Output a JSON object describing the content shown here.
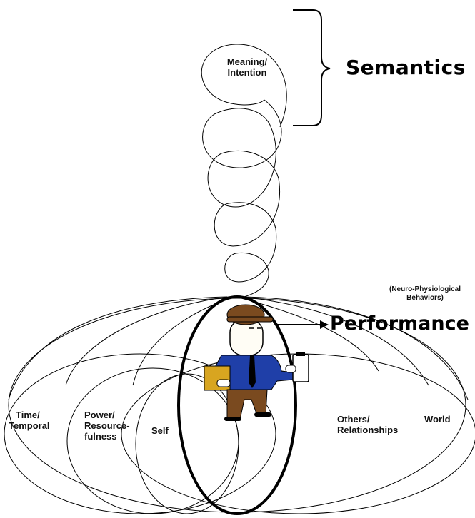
{
  "spiral": {
    "label_line1": "Meaning/",
    "label_line2": "Intention"
  },
  "semantics": {
    "label": "Semantics"
  },
  "performance": {
    "label": "Performance",
    "note_line1": "(Neuro-Physiological",
    "note_line2": "Behaviors)"
  },
  "spheres": {
    "time": {
      "line1": "Time/",
      "line2": "Temporal"
    },
    "power": {
      "line1": "Power/",
      "line2": "Resource-",
      "line3": "fulness"
    },
    "self": {
      "line1": "Self"
    },
    "others": {
      "line1": "Others/",
      "line2": "Relationships"
    },
    "world": {
      "line1": "World"
    }
  },
  "colors": {
    "line": "#000000",
    "jacket": "#1f3fa8",
    "hat": "#7a4a1f",
    "pants": "#7a4a1f",
    "box": "#d8a520"
  },
  "icons": [
    "man-walking-icon",
    "clipboard-icon",
    "box-icon",
    "arrow-right-icon",
    "curly-brace-icon"
  ]
}
